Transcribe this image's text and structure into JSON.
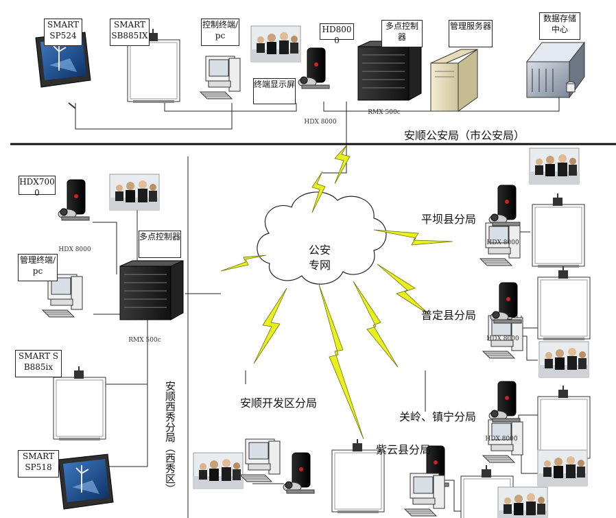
{
  "hq": {
    "title": "安顺公安局（市公安局）",
    "smart_sp524": "SMART SP524",
    "smart_sb885ix": "SMART SB885IX",
    "ctrl_terminal": "控制终端/pc",
    "terminal_display": "终端显示屏",
    "hd8000": "HD8000",
    "mcu": "多点控制器",
    "mgmt_server": "管理服务器",
    "storage": "数据存储中心",
    "hdx8000": "HDX 8000",
    "rmx": "RMX 500c"
  },
  "network": {
    "label_line1": "公安",
    "label_line2": "专网"
  },
  "xixiu": {
    "title": "安顺西秀分局（西秀区）",
    "hdx7000": "HDX7000",
    "hdx8000": "HDX 8000",
    "mcu": "多点控制器",
    "mgmt_terminal": "管理终端/pc",
    "rmx": "RMX 500c",
    "smart_sb885ix": "SMART SB885ix",
    "smart_sp518": "SMART SP518"
  },
  "branches": {
    "pingba": "平坝县分局",
    "puding": "普定县分局",
    "guanling": "关岭、镇宁分局",
    "ziyun": "紫云县分局",
    "kaifa": "安顺开发区分局",
    "hdx": "HDX 8000"
  },
  "colors": {
    "bolt": "#e8f020",
    "bolt_stroke": "#6a7000",
    "line": "#222222",
    "screen": "#1f4e8c"
  }
}
